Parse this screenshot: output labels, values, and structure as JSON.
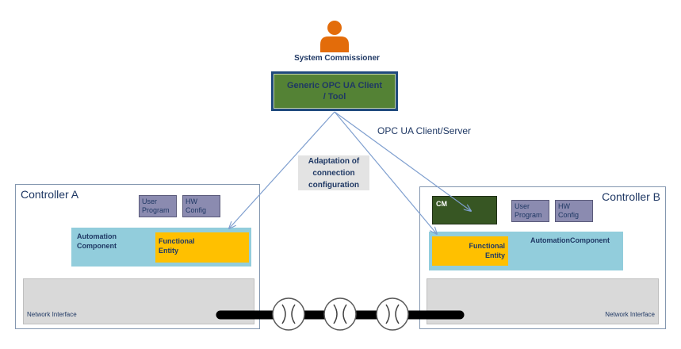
{
  "commissioner": {
    "label": "System Commissioner"
  },
  "tool": {
    "label": "Generic OPC UA Client / Tool"
  },
  "protocol_label": "OPC UA Client/Server",
  "adaptation": {
    "line1": "Adaptation of",
    "line2": "connection",
    "line3": "configuration"
  },
  "controller_a": {
    "title": "Controller A",
    "user_program": [
      "User",
      "Program"
    ],
    "hw_config": [
      "HW",
      "Config"
    ],
    "automation_component": [
      "Automation",
      "Component"
    ],
    "functional_entity": [
      "Functional",
      "Entity"
    ],
    "network_interface": "Network Interface"
  },
  "controller_b": {
    "title": "Controller B",
    "cm": "CM",
    "user_program": [
      "User",
      "Program"
    ],
    "hw_config": [
      "HW",
      "Config"
    ],
    "automation_component": "AutomationComponent",
    "functional_entity": [
      "Functional",
      "Entity"
    ],
    "network_interface": "Network Interface"
  },
  "colors": {
    "person": "#e36c0a",
    "tool_border": "#1f497d",
    "tool_fill": "#548235",
    "automation_component": "#92cddc",
    "functional_entity": "#ffc000",
    "cm": "#375623",
    "small_box": "#8b8bb0",
    "network_interface": "#d9d9d9",
    "arrow": "#7f9fcf",
    "bus": "#000000"
  },
  "switches": [
    "switch",
    "switch",
    "switch"
  ]
}
